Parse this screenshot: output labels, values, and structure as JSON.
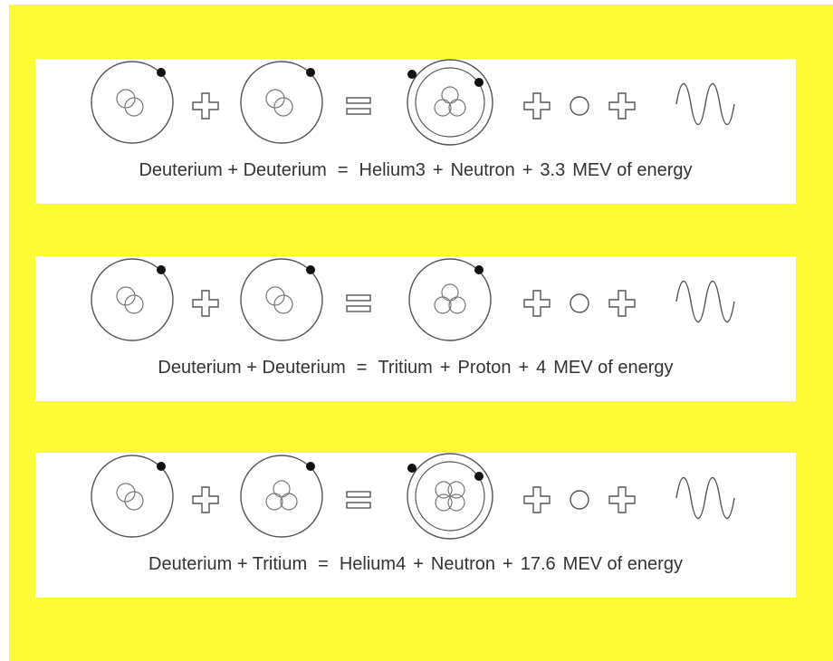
{
  "colors": {
    "background": "#fdfb34",
    "panel": "#ffffff",
    "line": "#555555",
    "electron": "#111111",
    "text": "#333333"
  },
  "reactions": [
    {
      "reactant1": "Deuterium",
      "plus1": "+",
      "reactant2": "Deuterium",
      "equals": "=",
      "product1": "Helium3",
      "plus2": "+",
      "product2": "Neutron",
      "plus3": "+",
      "energy_value": "3.3",
      "energy_label": "MEV of energy",
      "icons": {
        "reactant1": "deuterium-atom-icon",
        "reactant2": "deuterium-atom-icon",
        "product1": "helium3-atom-icon",
        "product2": "neutron-icon",
        "energy": "energy-wave-icon"
      }
    },
    {
      "reactant1": "Deuterium",
      "plus1": "+",
      "reactant2": "Deuterium",
      "equals": "=",
      "product1": "Tritium",
      "plus2": "+",
      "product2": "Proton",
      "plus3": "+",
      "energy_value": "4",
      "energy_label": "MEV of energy",
      "icons": {
        "reactant1": "deuterium-atom-icon",
        "reactant2": "deuterium-atom-icon",
        "product1": "tritium-atom-icon",
        "product2": "proton-icon",
        "energy": "energy-wave-icon"
      }
    },
    {
      "reactant1": "Deuterium",
      "plus1": "+",
      "reactant2": "Tritium",
      "equals": "=",
      "product1": "Helium4",
      "plus2": "+",
      "product2": "Neutron",
      "plus3": "+",
      "energy_value": "17.6",
      "energy_label": "MEV of energy",
      "icons": {
        "reactant1": "deuterium-atom-icon",
        "reactant2": "tritium-atom-icon",
        "product1": "helium4-atom-icon",
        "product2": "neutron-icon",
        "energy": "energy-wave-icon"
      }
    }
  ]
}
